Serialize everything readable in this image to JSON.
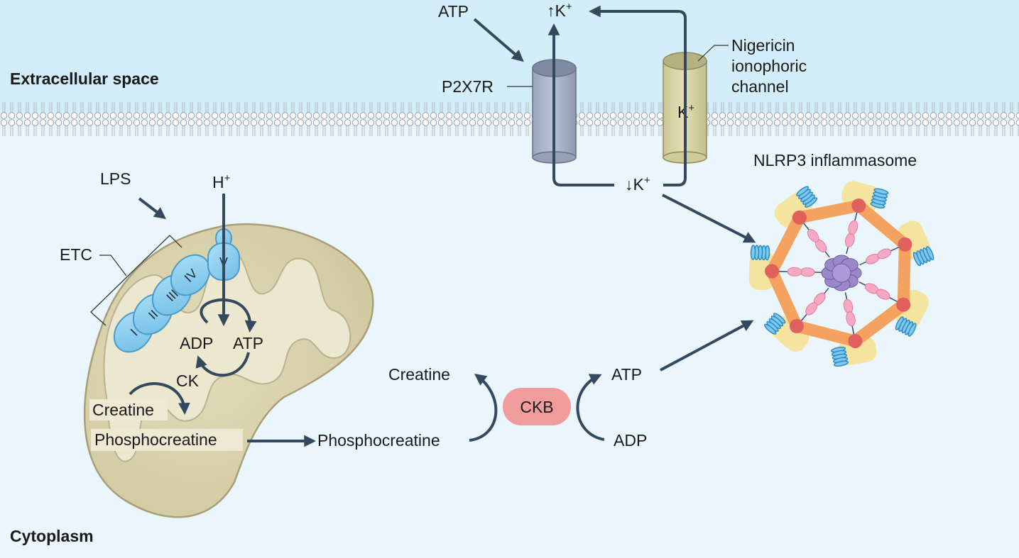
{
  "regions": {
    "extracellular": "Extracellular space",
    "cytoplasm": "Cytoplasm"
  },
  "membrane": {
    "receptor": "P2X7R",
    "atp_in": "ATP",
    "k_up": "↑K",
    "k_down": "↓K",
    "k_channel": "K",
    "k_charge": "+",
    "channel_label": [
      "Nigericin",
      "ionophoric",
      "channel"
    ]
  },
  "mitochondrion": {
    "lps": "LPS",
    "etc": "ETC",
    "proton": "H",
    "proton_charge": "+",
    "complexes": [
      "I",
      "II",
      "III",
      "IV",
      "V"
    ],
    "adp": "ADP",
    "atp": "ATP",
    "ck": "CK",
    "creatine": "Creatine",
    "phosphocreatine": "Phosphocreatine"
  },
  "cytosol": {
    "phosphocreatine": "Phosphocreatine",
    "creatine": "Creatine",
    "enzyme": "CKB",
    "atp": "ATP",
    "adp": "ADP"
  },
  "inflammasome": {
    "title": "NLRP3 inflammasome"
  },
  "colors": {
    "extracellular": "#d3edf9",
    "cytoplasm": "#eaf6fc",
    "arrow": "#34495e",
    "mitochondrion": "#d9d3ad",
    "complex": "#86c9ec",
    "receptor": "#a7b2c6",
    "channel": "#d8d4a7",
    "enzyme": "#f19c9c"
  }
}
